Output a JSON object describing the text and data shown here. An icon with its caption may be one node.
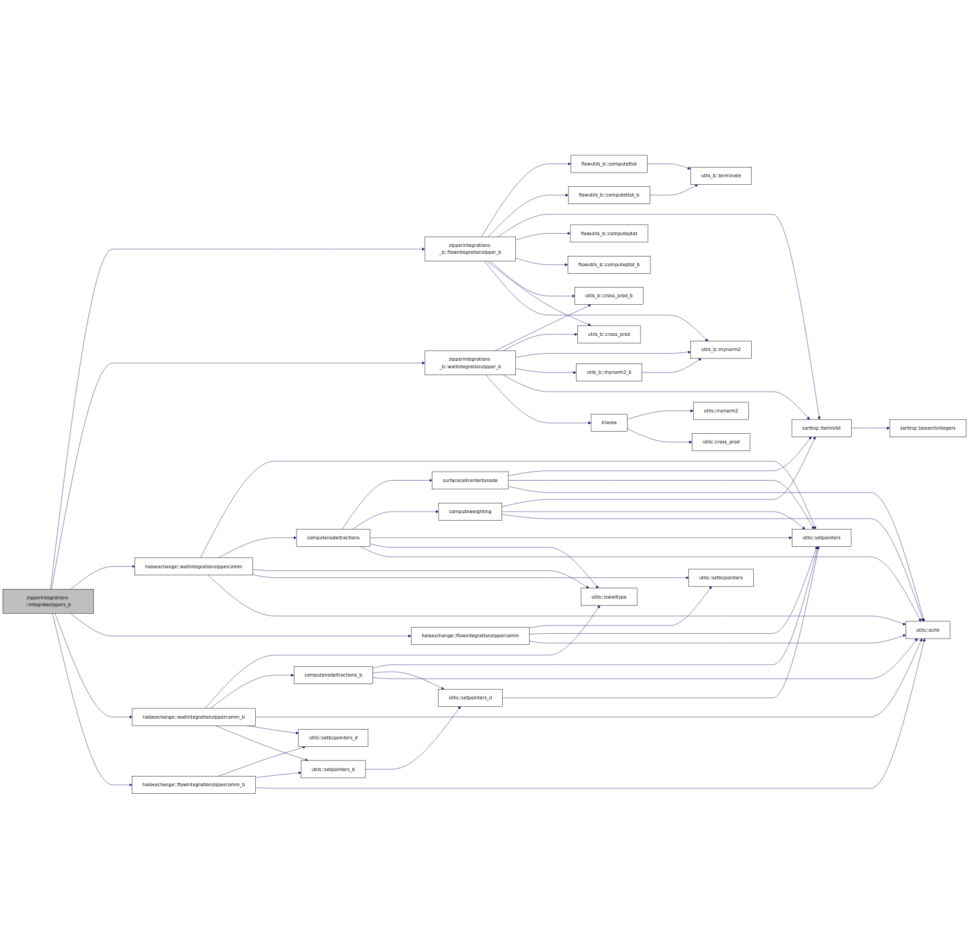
{
  "diagram": {
    "nodes": [
      {
        "text": [
          "zipperintegrations ::integratezippers_b"
        ]
      },
      {
        "text": [
          "zipperintegrations _b::flowintegrationzipper_b"
        ]
      },
      {
        "text": [
          "zipperintegrations _b::wallintegrationzipper_b"
        ]
      },
      {
        "text": [
          "haloexchange::wallintegrationzippercomm"
        ]
      },
      {
        "text": [
          "haloexchange::flowintegrationzippercomm"
        ]
      },
      {
        "text": [
          "haloexchange::wallintegrationzippercomm_b"
        ]
      },
      {
        "text": [
          "haloexchange::flowintegrationzippercomm_b"
        ]
      },
      {
        "text": [
          "flowutils_b::computettot"
        ]
      },
      {
        "text": [
          "flowutils_b::computettot_b"
        ]
      },
      {
        "text": [
          "utils_b::terminate"
        ]
      },
      {
        "text": [
          "sorting::faminlist"
        ]
      },
      {
        "text": [
          "flowutils_b::computeptot"
        ]
      },
      {
        "text": [
          "flowutils_b::computeptot_b"
        ]
      },
      {
        "text": [
          "utils_b::cross_prod_b"
        ]
      },
      {
        "text": [
          "utils_b::cross_prod"
        ]
      },
      {
        "text": [
          "utils_b::mynorm2"
        ]
      },
      {
        "text": [
          "utils_b::mynorm2_b"
        ]
      },
      {
        "text": [
          "triarea"
        ]
      },
      {
        "text": [
          "utils::mynorm2"
        ]
      },
      {
        "text": [
          "utils::cross_prod"
        ]
      },
      {
        "text": [
          "sorting::bsearchintegers"
        ]
      },
      {
        "text": [
          "surfacecellcentertonode"
        ]
      },
      {
        "text": [
          "computeweighting"
        ]
      },
      {
        "text": [
          "computenodaltractions"
        ]
      },
      {
        "text": [
          "utils::setpointers"
        ]
      },
      {
        "text": [
          "utils::iswalltype"
        ]
      },
      {
        "text": [
          "utils::setbcpointers"
        ]
      },
      {
        "text": [
          "utils::echk"
        ]
      },
      {
        "text": [
          "computenodaltractions_b"
        ]
      },
      {
        "text": [
          "utils::setpointers_d"
        ]
      },
      {
        "text": [
          "utils::setbcpointers_d"
        ]
      },
      {
        "text": [
          "utils::setpointers_b"
        ]
      }
    ],
    "edges": [
      {
        "from": 0,
        "to": 1,
        "arrow": "to"
      },
      {
        "from": 0,
        "to": 2,
        "arrow": "to"
      },
      {
        "from": 0,
        "to": 3,
        "arrow": "to"
      },
      {
        "from": 0,
        "to": 4,
        "arrow": "to"
      },
      {
        "from": 0,
        "to": 5,
        "arrow": "to"
      },
      {
        "from": 0,
        "to": 6,
        "arrow": "to"
      },
      {
        "from": 1,
        "to": 7,
        "arrow": "to"
      },
      {
        "from": 1,
        "to": 8,
        "arrow": "to"
      },
      {
        "from": 1,
        "to": 10,
        "arrow": "to"
      },
      {
        "from": 1,
        "to": 11,
        "arrow": "to"
      },
      {
        "from": 1,
        "to": 12,
        "arrow": "to"
      },
      {
        "from": 1,
        "to": 13,
        "arrow": "to"
      },
      {
        "from": 1,
        "to": 14,
        "arrow": "to"
      },
      {
        "from": 1,
        "to": 15,
        "arrow": "to"
      },
      {
        "from": 7,
        "to": 9,
        "arrow": "to"
      },
      {
        "from": 8,
        "to": 9,
        "arrow": "to"
      },
      {
        "from": 2,
        "to": 13,
        "arrow": "to"
      },
      {
        "from": 2,
        "to": 14,
        "arrow": "to"
      },
      {
        "from": 2,
        "to": 15,
        "arrow": "to"
      },
      {
        "from": 2,
        "to": 16,
        "arrow": "to"
      },
      {
        "from": 2,
        "to": 10,
        "arrow": "to"
      },
      {
        "from": 2,
        "to": 17,
        "arrow": "to"
      },
      {
        "from": 16,
        "to": 15,
        "arrow": "to"
      },
      {
        "from": 17,
        "to": 18,
        "arrow": "to"
      },
      {
        "from": 17,
        "to": 19,
        "arrow": "to"
      },
      {
        "from": 10,
        "to": 20,
        "arrow": "to"
      },
      {
        "from": 3,
        "to": 24,
        "arrow": "to"
      },
      {
        "from": 3,
        "to": 23,
        "arrow": "to"
      },
      {
        "from": 3,
        "to": 25,
        "arrow": "to"
      },
      {
        "from": 3,
        "to": 26,
        "arrow": "to"
      },
      {
        "from": 3,
        "to": 27,
        "arrow": "to"
      },
      {
        "from": 23,
        "to": 21,
        "arrow": "to"
      },
      {
        "from": 23,
        "to": 22,
        "arrow": "to"
      },
      {
        "from": 23,
        "to": 24,
        "arrow": "to"
      },
      {
        "from": 23,
        "to": 25,
        "arrow": "to"
      },
      {
        "from": 23,
        "to": 27,
        "arrow": "to"
      },
      {
        "from": 21,
        "to": 10,
        "arrow": "to"
      },
      {
        "from": 21,
        "to": 24,
        "arrow": "to"
      },
      {
        "from": 21,
        "to": 27,
        "arrow": "to"
      },
      {
        "from": 22,
        "to": 10,
        "arrow": "to"
      },
      {
        "from": 22,
        "to": 24,
        "arrow": "to"
      },
      {
        "from": 22,
        "to": 27,
        "arrow": "to"
      },
      {
        "from": 4,
        "to": 26,
        "arrow": "to"
      },
      {
        "from": 4,
        "to": 24,
        "arrow": "to"
      },
      {
        "from": 4,
        "to": 27,
        "arrow": "to"
      },
      {
        "from": 5,
        "to": 25,
        "arrow": "to"
      },
      {
        "from": 5,
        "to": 28,
        "arrow": "to"
      },
      {
        "from": 5,
        "to": 27,
        "arrow": "to"
      },
      {
        "from": 5,
        "to": 30,
        "arrow": "to"
      },
      {
        "from": 5,
        "to": 31,
        "arrow": "to"
      },
      {
        "from": 28,
        "to": 24,
        "arrow": "to"
      },
      {
        "from": 28,
        "to": 29,
        "arrow": "to"
      },
      {
        "from": 28,
        "to": 27,
        "arrow": "to"
      },
      {
        "from": 29,
        "to": 24,
        "arrow": "to"
      },
      {
        "from": 6,
        "to": 30,
        "arrow": "to"
      },
      {
        "from": 6,
        "to": 31,
        "arrow": "to"
      },
      {
        "from": 6,
        "to": 27,
        "arrow": "to"
      },
      {
        "from": 31,
        "to": 29,
        "arrow": "to"
      }
    ]
  }
}
